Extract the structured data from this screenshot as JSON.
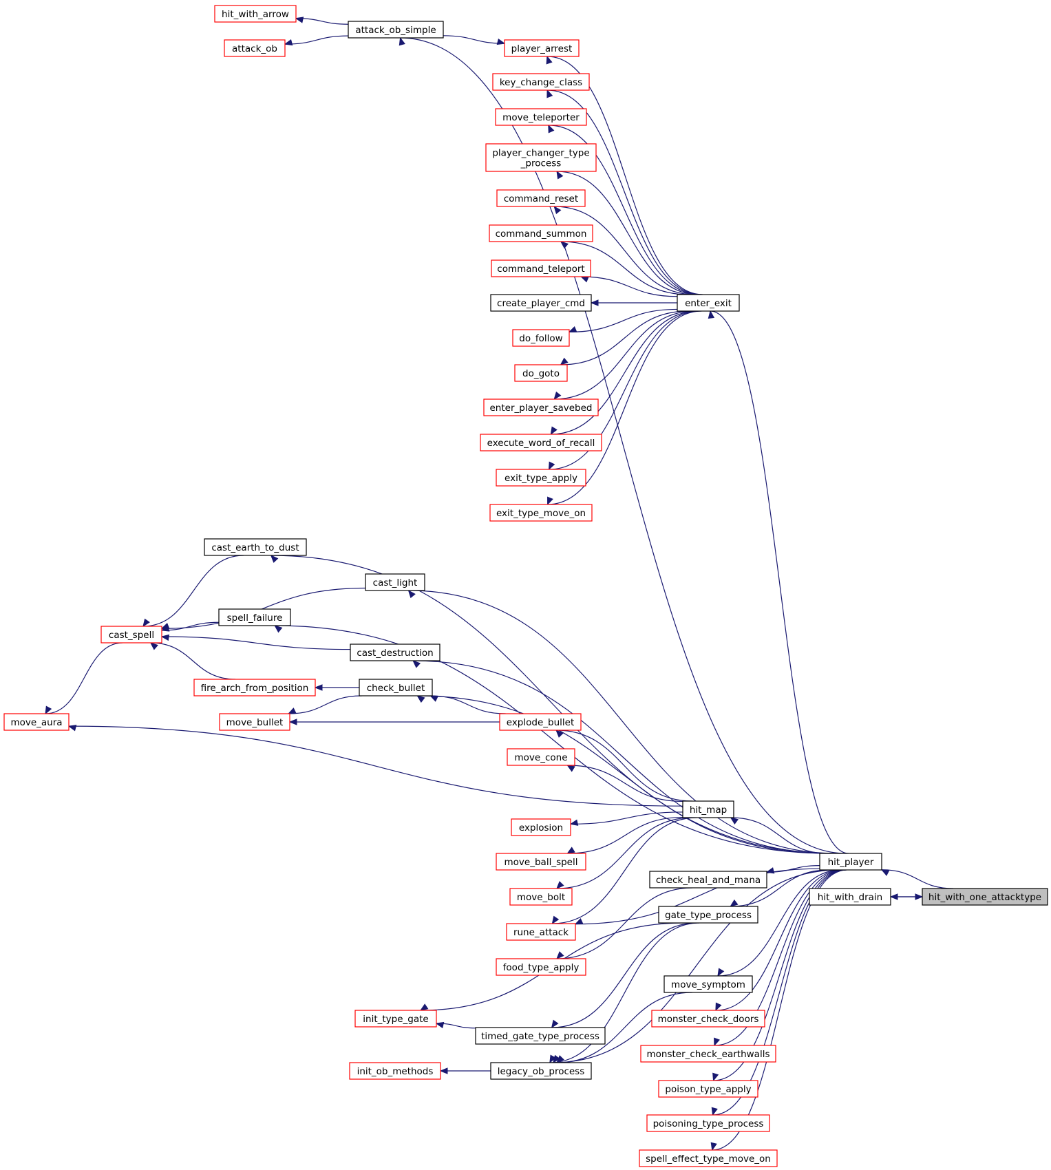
{
  "graph": {
    "nodes": [
      {
        "id": "hit_with_arrow",
        "label": "hit_with_arrow",
        "border": "red"
      },
      {
        "id": "attack_ob",
        "label": "attack_ob",
        "border": "red"
      },
      {
        "id": "attack_ob_simple",
        "label": "attack_ob_simple",
        "border": "black"
      },
      {
        "id": "player_arrest",
        "label": "player_arrest",
        "border": "red"
      },
      {
        "id": "key_change_class",
        "label": "key_change_class",
        "border": "red"
      },
      {
        "id": "move_teleporter",
        "label": "move_teleporter",
        "border": "red"
      },
      {
        "id": "player_changer_type_process",
        "label": "player_changer_type\n_process",
        "border": "red"
      },
      {
        "id": "command_reset",
        "label": "command_reset",
        "border": "red"
      },
      {
        "id": "command_summon",
        "label": "command_summon",
        "border": "red"
      },
      {
        "id": "command_teleport",
        "label": "command_teleport",
        "border": "red"
      },
      {
        "id": "create_player_cmd",
        "label": "create_player_cmd",
        "border": "black"
      },
      {
        "id": "do_follow",
        "label": "do_follow",
        "border": "red"
      },
      {
        "id": "do_goto",
        "label": "do_goto",
        "border": "red"
      },
      {
        "id": "enter_player_savebed",
        "label": "enter_player_savebed",
        "border": "red"
      },
      {
        "id": "execute_word_of_recall",
        "label": "execute_word_of_recall",
        "border": "red"
      },
      {
        "id": "exit_type_apply",
        "label": "exit_type_apply",
        "border": "red"
      },
      {
        "id": "exit_type_move_on",
        "label": "exit_type_move_on",
        "border": "red"
      },
      {
        "id": "enter_exit",
        "label": "enter_exit",
        "border": "black"
      },
      {
        "id": "cast_earth_to_dust",
        "label": "cast_earth_to_dust",
        "border": "black"
      },
      {
        "id": "cast_light",
        "label": "cast_light",
        "border": "black"
      },
      {
        "id": "spell_failure",
        "label": "spell_failure",
        "border": "black"
      },
      {
        "id": "cast_spell",
        "label": "cast_spell",
        "border": "red"
      },
      {
        "id": "cast_destruction",
        "label": "cast_destruction",
        "border": "black"
      },
      {
        "id": "fire_arch_from_position",
        "label": "fire_arch_from_position",
        "border": "red"
      },
      {
        "id": "check_bullet",
        "label": "check_bullet",
        "border": "black"
      },
      {
        "id": "move_aura",
        "label": "move_aura",
        "border": "red"
      },
      {
        "id": "move_bullet",
        "label": "move_bullet",
        "border": "red"
      },
      {
        "id": "explode_bullet",
        "label": "explode_bullet",
        "border": "red"
      },
      {
        "id": "move_cone",
        "label": "move_cone",
        "border": "red"
      },
      {
        "id": "hit_map",
        "label": "hit_map",
        "border": "black"
      },
      {
        "id": "explosion",
        "label": "explosion",
        "border": "red"
      },
      {
        "id": "move_ball_spell",
        "label": "move_ball_spell",
        "border": "red"
      },
      {
        "id": "move_bolt",
        "label": "move_bolt",
        "border": "red"
      },
      {
        "id": "rune_attack",
        "label": "rune_attack",
        "border": "red"
      },
      {
        "id": "food_type_apply",
        "label": "food_type_apply",
        "border": "red"
      },
      {
        "id": "check_heal_and_mana",
        "label": "check_heal_and_mana",
        "border": "black"
      },
      {
        "id": "gate_type_process",
        "label": "gate_type_process",
        "border": "black"
      },
      {
        "id": "init_type_gate",
        "label": "init_type_gate",
        "border": "red"
      },
      {
        "id": "timed_gate_type_process",
        "label": "timed_gate_type_process",
        "border": "black"
      },
      {
        "id": "init_ob_methods",
        "label": "init_ob_methods",
        "border": "red"
      },
      {
        "id": "legacy_ob_process",
        "label": "legacy_ob_process",
        "border": "black"
      },
      {
        "id": "move_symptom",
        "label": "move_symptom",
        "border": "black"
      },
      {
        "id": "monster_check_doors",
        "label": "monster_check_doors",
        "border": "red"
      },
      {
        "id": "monster_check_earthwalls",
        "label": "monster_check_earthwalls",
        "border": "red"
      },
      {
        "id": "poison_type_apply",
        "label": "poison_type_apply",
        "border": "red"
      },
      {
        "id": "poisoning_type_process",
        "label": "poisoning_type_process",
        "border": "red"
      },
      {
        "id": "spell_effect_type_move_on",
        "label": "spell_effect_type_move_on",
        "border": "red"
      },
      {
        "id": "hit_player",
        "label": "hit_player",
        "border": "black"
      },
      {
        "id": "hit_with_drain",
        "label": "hit_with_drain",
        "border": "black"
      },
      {
        "id": "hit_with_one_attacktype",
        "label": "hit_with_one_attacktype",
        "border": "focus"
      }
    ],
    "edges": [
      [
        "hit_with_arrow",
        "attack_ob_simple"
      ],
      [
        "attack_ob",
        "attack_ob_simple"
      ],
      [
        "player_arrest",
        "attack_ob_simple"
      ],
      [
        "attack_ob_simple",
        "hit_player"
      ],
      [
        "player_arrest",
        "enter_exit"
      ],
      [
        "key_change_class",
        "enter_exit"
      ],
      [
        "move_teleporter",
        "enter_exit"
      ],
      [
        "player_changer_type_process",
        "enter_exit"
      ],
      [
        "command_reset",
        "enter_exit"
      ],
      [
        "command_summon",
        "enter_exit"
      ],
      [
        "command_teleport",
        "enter_exit"
      ],
      [
        "create_player_cmd",
        "enter_exit"
      ],
      [
        "do_follow",
        "enter_exit"
      ],
      [
        "do_goto",
        "enter_exit"
      ],
      [
        "enter_player_savebed",
        "enter_exit"
      ],
      [
        "execute_word_of_recall",
        "enter_exit"
      ],
      [
        "exit_type_apply",
        "enter_exit"
      ],
      [
        "exit_type_move_on",
        "enter_exit"
      ],
      [
        "enter_exit",
        "hit_player"
      ],
      [
        "cast_spell",
        "cast_earth_to_dust"
      ],
      [
        "cast_spell",
        "cast_light"
      ],
      [
        "cast_spell",
        "spell_failure"
      ],
      [
        "cast_spell",
        "cast_destruction"
      ],
      [
        "cast_spell",
        "fire_arch_from_position"
      ],
      [
        "move_aura",
        "cast_spell"
      ],
      [
        "cast_earth_to_dust",
        "hit_player"
      ],
      [
        "cast_light",
        "hit_player"
      ],
      [
        "spell_failure",
        "hit_player"
      ],
      [
        "cast_destruction",
        "hit_player"
      ],
      [
        "fire_arch_from_position",
        "check_bullet"
      ],
      [
        "move_bullet",
        "check_bullet"
      ],
      [
        "check_bullet",
        "explode_bullet"
      ],
      [
        "move_bullet",
        "explode_bullet"
      ],
      [
        "check_bullet",
        "hit_player"
      ],
      [
        "explode_bullet",
        "hit_map"
      ],
      [
        "move_cone",
        "hit_map"
      ],
      [
        "move_aura",
        "hit_map"
      ],
      [
        "explosion",
        "hit_map"
      ],
      [
        "move_ball_spell",
        "hit_map"
      ],
      [
        "move_bolt",
        "hit_map"
      ],
      [
        "rune_attack",
        "hit_map"
      ],
      [
        "hit_map",
        "hit_player"
      ],
      [
        "rune_attack",
        "hit_player"
      ],
      [
        "food_type_apply",
        "check_heal_and_mana"
      ],
      [
        "check_heal_and_mana",
        "hit_player"
      ],
      [
        "init_type_gate",
        "gate_type_process"
      ],
      [
        "timed_gate_type_process",
        "gate_type_process"
      ],
      [
        "legacy_ob_process",
        "gate_type_process"
      ],
      [
        "init_type_gate",
        "timed_gate_type_process"
      ],
      [
        "init_ob_methods",
        "legacy_ob_process"
      ],
      [
        "gate_type_process",
        "hit_player"
      ],
      [
        "legacy_ob_process",
        "move_symptom"
      ],
      [
        "legacy_ob_process",
        "hit_player"
      ],
      [
        "move_symptom",
        "hit_player"
      ],
      [
        "monster_check_doors",
        "hit_player"
      ],
      [
        "monster_check_earthwalls",
        "hit_player"
      ],
      [
        "poison_type_apply",
        "hit_player"
      ],
      [
        "poisoning_type_process",
        "hit_player"
      ],
      [
        "spell_effect_type_move_on",
        "hit_player"
      ],
      [
        "hit_player",
        "hit_with_one_attacktype"
      ],
      [
        "hit_with_drain",
        "hit_with_one_attacktype"
      ],
      [
        "hit_with_one_attacktype",
        "hit_with_drain"
      ]
    ]
  }
}
